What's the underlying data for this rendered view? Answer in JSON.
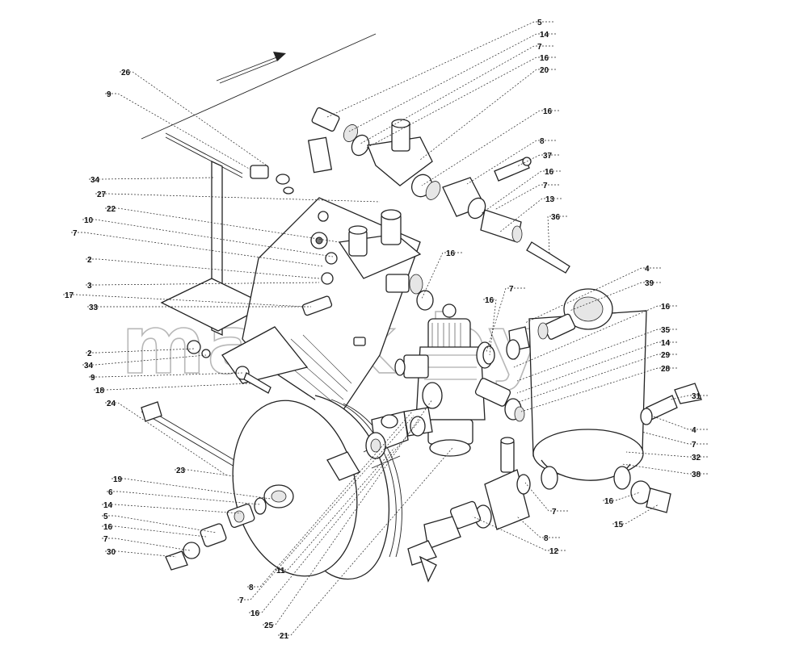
{
  "watermark": "mazik.by",
  "callouts_left": [
    "26",
    "9",
    "34",
    "27",
    "22",
    "10",
    "7",
    "2",
    "3",
    "17",
    "33",
    "2",
    "34",
    "9",
    "18",
    "24",
    "23",
    "19",
    "6",
    "14",
    "5",
    "16",
    "7",
    "30"
  ],
  "callouts_right_top": [
    "5",
    "14",
    "7",
    "16",
    "20",
    "16",
    "8",
    "37",
    "16",
    "7",
    "13",
    "36",
    "16"
  ],
  "callouts_right_mid": [
    "4",
    "39",
    "7",
    "16",
    "16",
    "35",
    "14",
    "29",
    "28",
    "31",
    "4",
    "7",
    "32",
    "38",
    "16",
    "15"
  ],
  "callouts_bottom": [
    "11",
    "8",
    "7",
    "16",
    "25",
    "21",
    "7",
    "8",
    "12"
  ]
}
